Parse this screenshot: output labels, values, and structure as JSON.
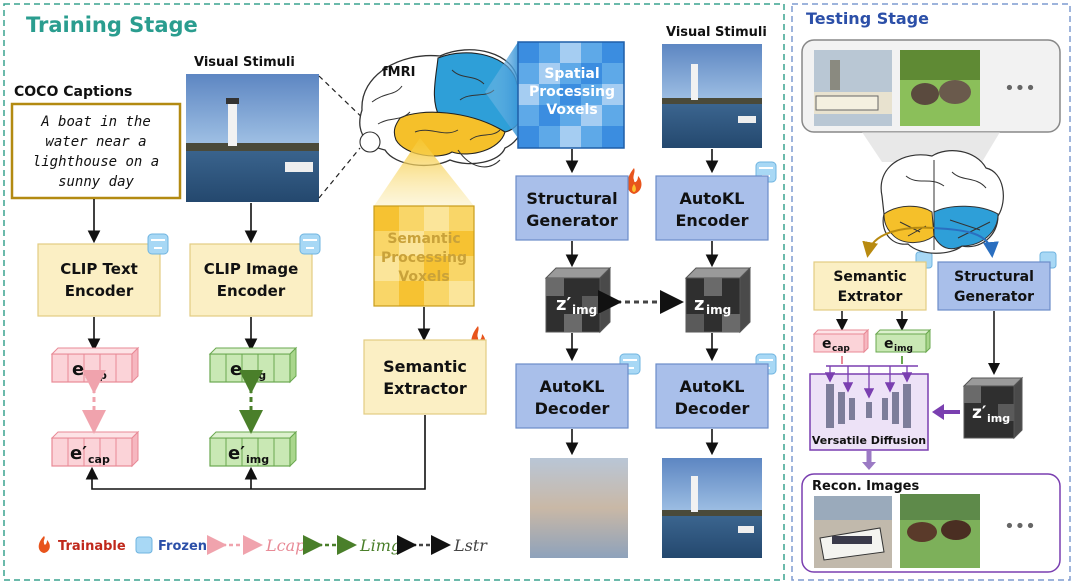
{
  "training": {
    "title": "Training Stage",
    "coco_title": "COCO Captions",
    "caption_lines": [
      "A boat in the",
      "water near a",
      "lighthouse on a",
      "sunny day"
    ],
    "visual_stimuli_left": "Visual Stimuli",
    "visual_stimuli_right": "Visual Stimuli",
    "fmri": "fMRI",
    "clip_text": [
      "CLIP Text",
      "Encoder"
    ],
    "clip_image": [
      "CLIP Image",
      "Encoder"
    ],
    "semantic_voxels": [
      "Semantic",
      "Processing",
      "Voxels"
    ],
    "spatial_voxels": [
      "Spatial",
      "Processing",
      "Voxels"
    ],
    "semantic_extractor": [
      "Semantic",
      "Extractor"
    ],
    "structural_generator": [
      "Structural",
      "Generator"
    ],
    "autokl_encoder": [
      "AutoKL",
      "Encoder"
    ],
    "autokl_decoder_left": [
      "AutoKL",
      "Decoder"
    ],
    "autokl_decoder_right": [
      "AutoKL",
      "Decoder"
    ],
    "e_cap": {
      "main": "e",
      "sub": "cap"
    },
    "e_img": {
      "main": "e",
      "sub": "img"
    },
    "e_cap_prime": {
      "main": "e′",
      "sub": "cap"
    },
    "e_img_prime": {
      "main": "e′",
      "sub": "img"
    },
    "z_img_prime": {
      "main": "z′",
      "sub": "img"
    },
    "z_img": {
      "main": "z",
      "sub": "img"
    }
  },
  "testing": {
    "title": "Testing Stage",
    "semantic_extractor": [
      "Semantic",
      "Extrator"
    ],
    "structural_generator": [
      "Structural",
      "Generator"
    ],
    "e_cap": {
      "main": "e",
      "sub": "cap"
    },
    "e_img": {
      "main": "e",
      "sub": "img"
    },
    "z_img_prime": {
      "main": "z′",
      "sub": "img"
    },
    "versatile_diffusion": "Versatile Diffusion",
    "recon_images": "Recon. Images",
    "more_top": "•••",
    "more_bottom": "•••"
  },
  "legend": {
    "trainable": "Trainable",
    "frozen": "Frozen",
    "l_cap": "Lcap",
    "l_img": "Limg",
    "l_str": "Lstr"
  },
  "colors": {
    "training_title": "#2a9d8f",
    "testing_title": "#2b4fa8",
    "pink": "#e88a96",
    "green": "#4a7f2a",
    "beige": "#fbefc4",
    "blue_box": "#a9bfea"
  }
}
